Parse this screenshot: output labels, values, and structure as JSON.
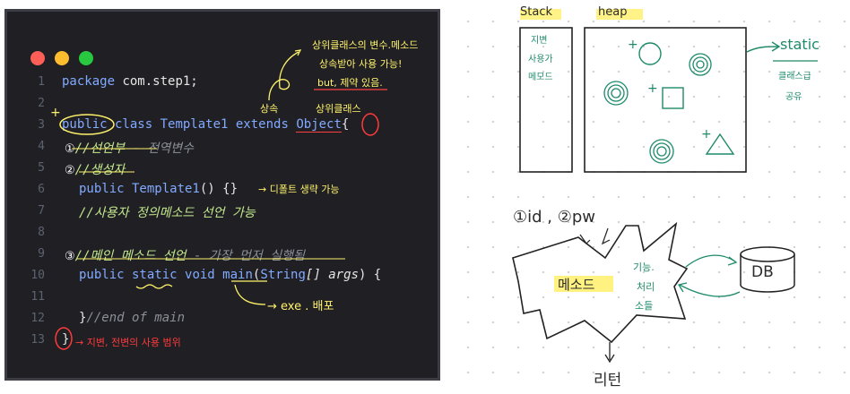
{
  "code": {
    "line_numbers": [
      "1",
      "2",
      "3",
      "4",
      "5",
      "6",
      "7",
      "8",
      "9",
      "10",
      "11",
      "12",
      "13"
    ],
    "line1": {
      "kw": "package",
      "rest": " com.step1;"
    },
    "line3": {
      "public": "public",
      "class": " class ",
      "name": "Template1",
      "extends": " extends ",
      "parent": "Object",
      "brace": "{"
    },
    "line4": {
      "marker": "①",
      "comment": "//선언부",
      "rest": " - 전역변수"
    },
    "line5": {
      "marker": "②",
      "comment": "//생성자"
    },
    "line6": {
      "public": "public",
      "ctor": " Template1",
      "rest": "() {}"
    },
    "line7": {
      "comment": "//사용자 정의메소드 선언 가능"
    },
    "line9": {
      "marker": "③",
      "comment": "//메인 메소드 선언",
      "rest": " - 가장 먼저 실행됨"
    },
    "line10": {
      "public": "public",
      "static": " static",
      "void": " void",
      "main": " main",
      "open": "(",
      "string": "String",
      "args": "[] args",
      "close": ") {"
    },
    "line12": {
      "brace": "}",
      "comment": "//end of main"
    },
    "line13": {
      "brace": "}"
    }
  },
  "annotations": {
    "top_note_1": "상위클래스의 변수.메소드",
    "top_note_2": "상속받아 사용 가능!",
    "top_note_3": "but, 제약 있음.",
    "inherit": "상속",
    "superclass": "상위클래스",
    "plus": "+",
    "default_ctor": "→ 디폴트 생략 가능",
    "exe": "→ exe . 배포",
    "scope": "→ 지변, 전변의 사용 범위"
  },
  "sketch": {
    "stack_label": "Stack",
    "heap_label": "heap",
    "stack_note": [
      "지변",
      "사용가",
      "메모드"
    ],
    "static_label": "static",
    "static_note_1": "클래스급",
    "static_note_2": "공유",
    "plus": "+",
    "params": "①id , ②pw",
    "method": "메소드",
    "func_note": [
      "기능.",
      "처리",
      "소들"
    ],
    "db": "DB",
    "return": "리턴"
  },
  "colors": {
    "code_bg": "#1f1f24",
    "keyword": "#82aaff",
    "comment": "#8a8f98",
    "annotation_yellow": "#fff36b",
    "annotation_red": "#ff3b3b",
    "sketch_green": "#1e8a6a"
  }
}
